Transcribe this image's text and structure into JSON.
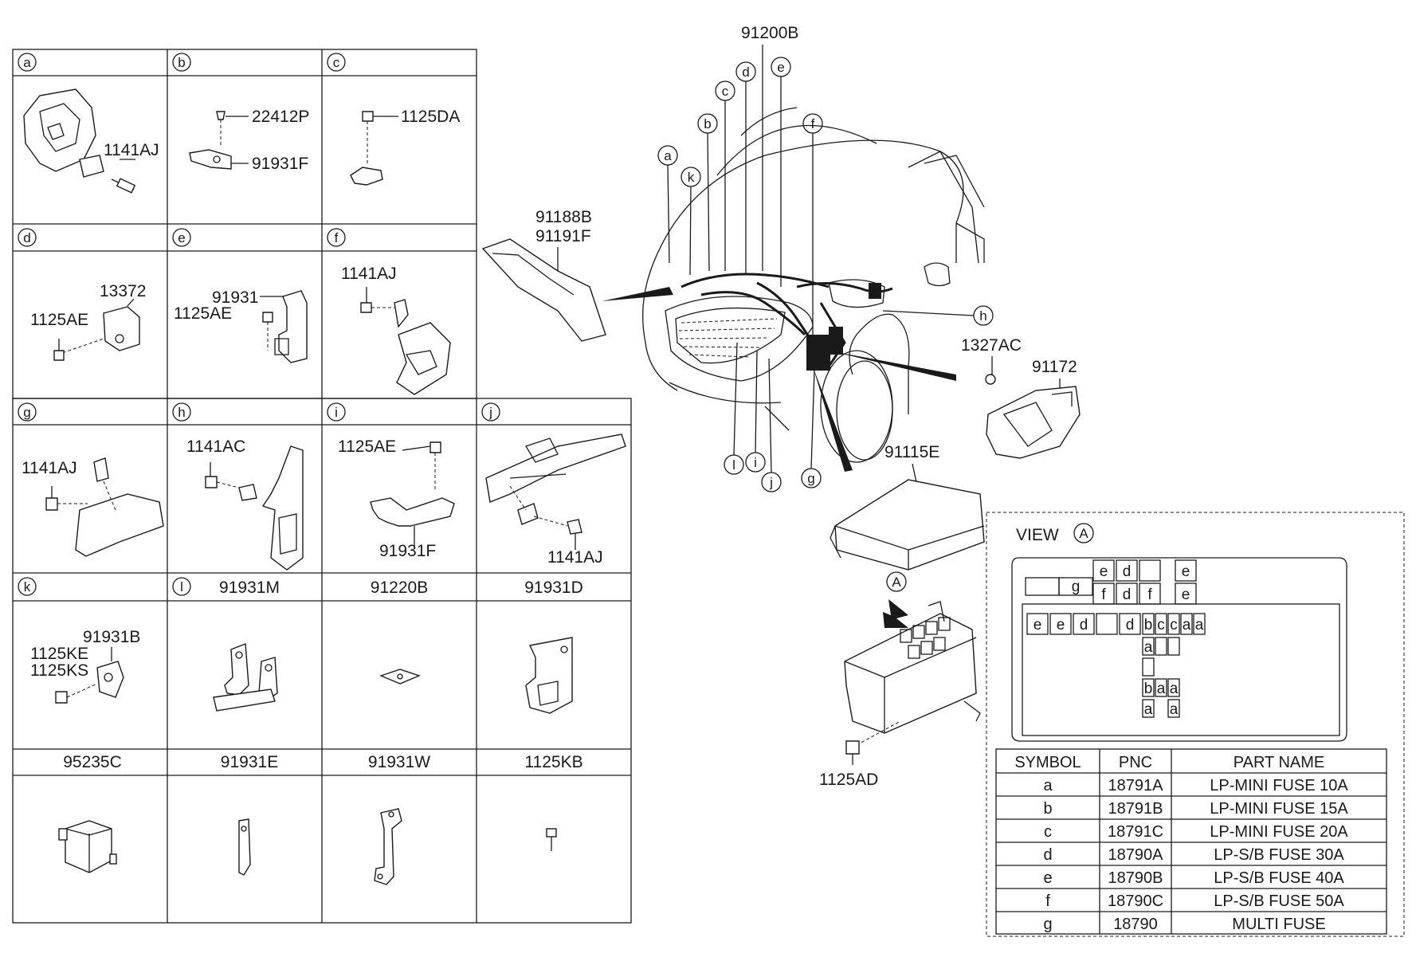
{
  "grid": {
    "row1": [
      {
        "letter": "a",
        "labels": [
          "1141AJ"
        ]
      },
      {
        "letter": "b",
        "labels": [
          "22412P",
          "91931F"
        ]
      },
      {
        "letter": "c",
        "labels": [
          "1125DA"
        ]
      }
    ],
    "row2": [
      {
        "letter": "d",
        "labels": [
          "13372",
          "1125AE"
        ]
      },
      {
        "letter": "e",
        "labels": [
          "91931",
          "1125AE"
        ]
      },
      {
        "letter": "f",
        "labels": [
          "1141AJ"
        ]
      }
    ],
    "row3": [
      {
        "letter": "g",
        "labels": [
          "1141AJ"
        ]
      },
      {
        "letter": "h",
        "labels": [
          "1141AC"
        ]
      },
      {
        "letter": "i",
        "labels": [
          "1125AE",
          "91931F"
        ]
      },
      {
        "letter": "j",
        "labels": [
          "1141AJ"
        ]
      }
    ],
    "row4": [
      {
        "letter": "k",
        "header": "",
        "labels": [
          "91931B",
          "1125KE",
          "1125KS"
        ]
      },
      {
        "letter": "l",
        "header": "91931M",
        "labels": []
      },
      {
        "letter": "",
        "header": "91220B",
        "labels": []
      },
      {
        "letter": "",
        "header": "91931D",
        "labels": []
      }
    ],
    "row5": [
      {
        "header": "95235C"
      },
      {
        "header": "91931E"
      },
      {
        "header": "91931W"
      },
      {
        "header": "1125KB"
      }
    ]
  },
  "main": {
    "callouts": [
      "91200B",
      "91188B",
      "91191F",
      "1327AC",
      "91172",
      "91115E",
      "1125AD"
    ],
    "circle_letters_top": [
      "a",
      "k",
      "b",
      "c",
      "d",
      "e",
      "f",
      "h"
    ],
    "circle_letters_bottom": [
      "l",
      "i",
      "j",
      "g"
    ],
    "arrow_marker": "A"
  },
  "view": {
    "title": "VIEW",
    "marker": "A",
    "top_row1": [
      "e",
      "d",
      "",
      "e"
    ],
    "top_row2": [
      "g",
      "f",
      "d",
      "f",
      "e"
    ],
    "big_row": [
      "e",
      "e",
      "d",
      "",
      "d",
      "b",
      "c",
      "c",
      "a",
      "a"
    ],
    "col_stack": [
      [
        "a",
        ""
      ],
      [
        "b",
        "a",
        "a"
      ],
      [
        "a",
        "a"
      ]
    ]
  },
  "table": {
    "headers": [
      "SYMBOL",
      "PNC",
      "PART NAME"
    ],
    "rows": [
      [
        "a",
        "18791A",
        "LP-MINI FUSE 10A"
      ],
      [
        "b",
        "18791B",
        "LP-MINI FUSE 15A"
      ],
      [
        "c",
        "18791C",
        "LP-MINI FUSE 20A"
      ],
      [
        "d",
        "18790A",
        "LP-S/B FUSE 30A"
      ],
      [
        "e",
        "18790B",
        "LP-S/B FUSE 40A"
      ],
      [
        "f",
        "18790C",
        "LP-S/B FUSE 50A"
      ],
      [
        "g",
        "18790",
        "MULTI FUSE"
      ]
    ]
  }
}
